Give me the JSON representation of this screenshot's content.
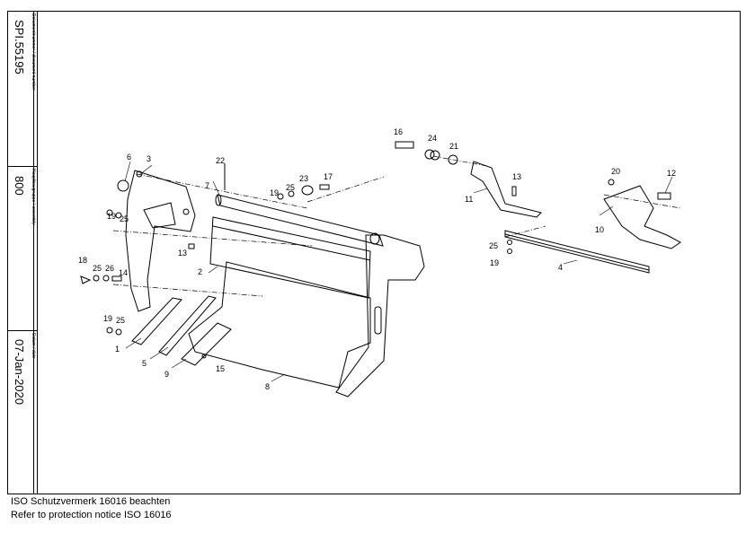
{
  "title_block": {
    "document_number": "SPI.55195",
    "document_number_caption": "Dokumentnummer / document number",
    "assembly": "800",
    "assembly_caption": "Hauptbaugruppe / assembly",
    "date": "07-Jan-2020",
    "date_caption": "Datum / date"
  },
  "notice": {
    "line1": "ISO Schutzvermerk 16016 beachten",
    "line2": "Refer to protection notice ISO 16016"
  },
  "callouts": [
    "1",
    "2",
    "3",
    "4",
    "5",
    "6",
    "7",
    "8",
    "9",
    "10",
    "11",
    "12",
    "13",
    "13",
    "14",
    "15",
    "16",
    "17",
    "18",
    "19",
    "19",
    "19",
    "19",
    "20",
    "21",
    "22",
    "23",
    "24",
    "25",
    "25",
    "25",
    "25",
    "25",
    "26"
  ]
}
